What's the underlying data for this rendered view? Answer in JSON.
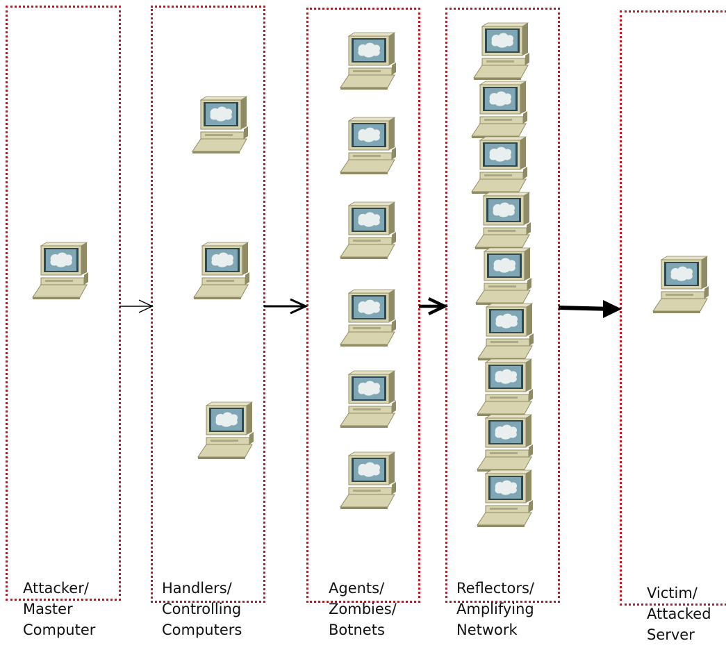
{
  "diagram": {
    "columns": [
      {
        "id": "attacker",
        "label_lines": [
          "Attacker/",
          "Master",
          "Computer"
        ],
        "computer_count": 1
      },
      {
        "id": "handlers",
        "label_lines": [
          "Handlers/",
          "Controlling",
          "Computers"
        ],
        "computer_count": 3
      },
      {
        "id": "agents",
        "label_lines": [
          "Agents/",
          "Zombies/",
          "Botnets"
        ],
        "computer_count": 6
      },
      {
        "id": "reflectors",
        "label_lines": [
          "Reflectors/",
          "Amplifying",
          "Network"
        ],
        "computer_count": 9
      },
      {
        "id": "victim",
        "label_lines": [
          "Victim/",
          "Attacked",
          "Server"
        ],
        "computer_count": 1
      }
    ],
    "arrows": [
      {
        "from": "attacker",
        "to": "handlers",
        "style": "thin-open"
      },
      {
        "from": "handlers",
        "to": "agents",
        "style": "medium"
      },
      {
        "from": "agents",
        "to": "reflectors",
        "style": "thick"
      },
      {
        "from": "reflectors",
        "to": "victim",
        "style": "heavy"
      }
    ],
    "colors": {
      "box_border": "#c4161c",
      "computer_body": "#d8d4b0",
      "computer_shadow": "#8f8b64",
      "screen_bezel": "#2d4a52",
      "screen": "#7ea6b4",
      "screen_blob": "#e9efef",
      "arrow": "#000000"
    }
  }
}
